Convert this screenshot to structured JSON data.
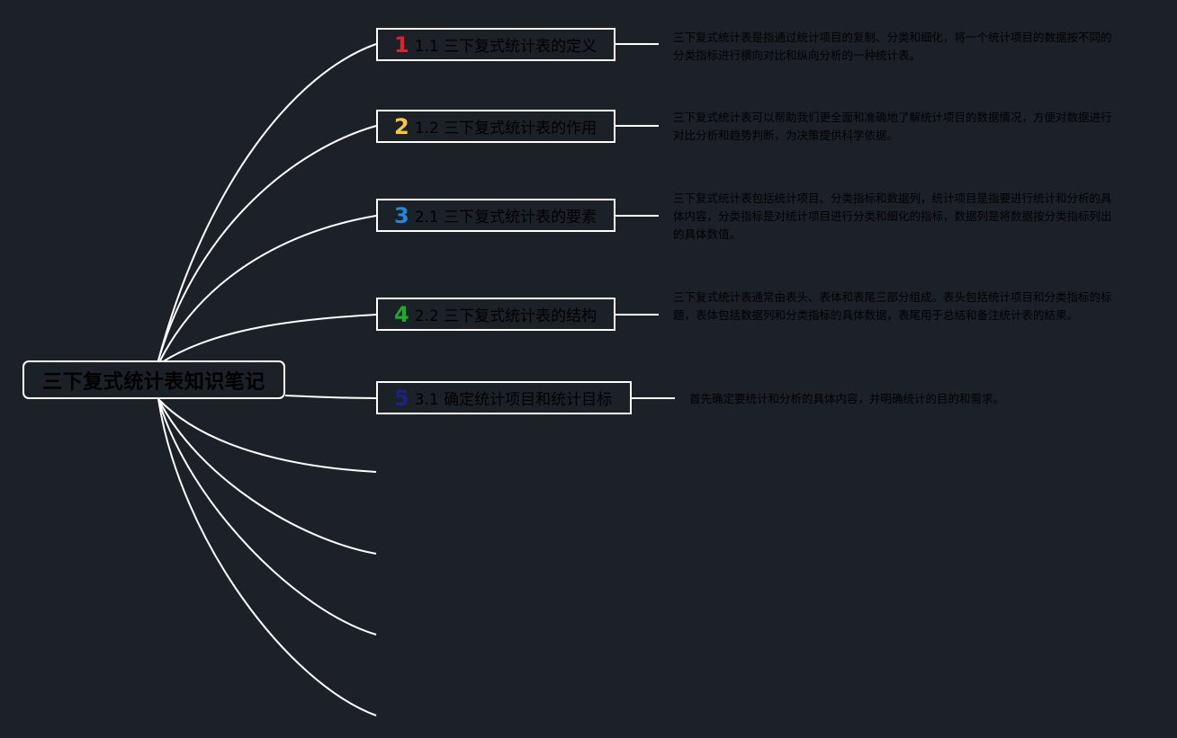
{
  "root": {
    "label": "三下复式统计表知识笔记"
  },
  "topics": [
    {
      "number": "1",
      "label": "1.1 三下复式统计表的定义",
      "color": "#e0202e",
      "description": "三下复式统计表是指通过统计项目的复制、分类和细化，将一个统计项目的数据按不同的分类指标进行横向对比和纵向分析的一种统计表。"
    },
    {
      "number": "2",
      "label": "1.2 三下复式统计表的作用",
      "color": "#f5c842",
      "description": "三下复式统计表可以帮助我们更全面和准确地了解统计项目的数据情况，方便对数据进行对比分析和趋势判断，为决策提供科学依据。"
    },
    {
      "number": "3",
      "label": "2.1 三下复式统计表的要素",
      "color": "#1e88e5",
      "description": "三下复式统计表包括统计项目、分类指标和数据列，统计项目是指要进行统计和分析的具体内容，分类指标是对统计项目进行分类和细化的指标，数据列是将数据按分类指标列出的具体数值。"
    },
    {
      "number": "4",
      "label": "2.2 三下复式统计表的结构",
      "color": "#1faa2e",
      "description": "三下复式统计表通常由表头、表体和表尾三部分组成。表头包括统计项目和分类指标的标题，表体包括数据列和分类指标的具体数据，表尾用于总结和备注统计表的结果。"
    },
    {
      "number": "5",
      "label": "3.1 确定统计项目和统计目标",
      "color": "#1a237e",
      "description": "首先确定要统计和分析的具体内容，并明确统计的目的和需求。"
    }
  ],
  "colors": {
    "background": "#1c2128",
    "line": "#ffffff",
    "text": "#000000"
  }
}
